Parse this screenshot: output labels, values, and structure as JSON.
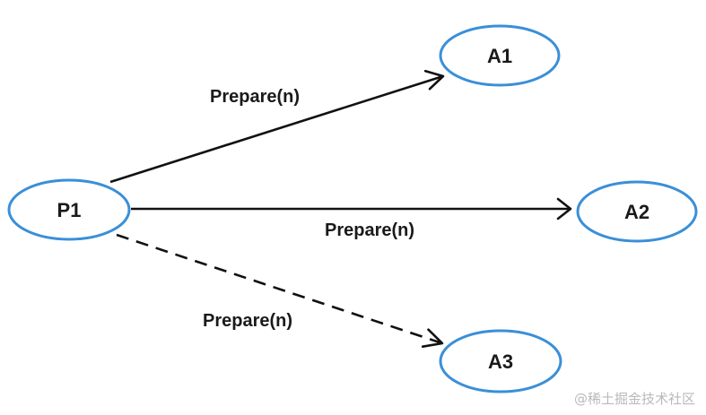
{
  "colors": {
    "node_border": "#3a8fd8",
    "edge": "#111111",
    "text": "#1a1a1a",
    "watermark": "#b9b9b9"
  },
  "nodes": {
    "p1": "P1",
    "a1": "A1",
    "a2": "A2",
    "a3": "A3"
  },
  "edges": {
    "p1_a1": "Prepare(n)",
    "p1_a2": "Prepare(n)",
    "p1_a3": "Prepare(n)"
  },
  "watermark": "@稀土掘金技术社区"
}
